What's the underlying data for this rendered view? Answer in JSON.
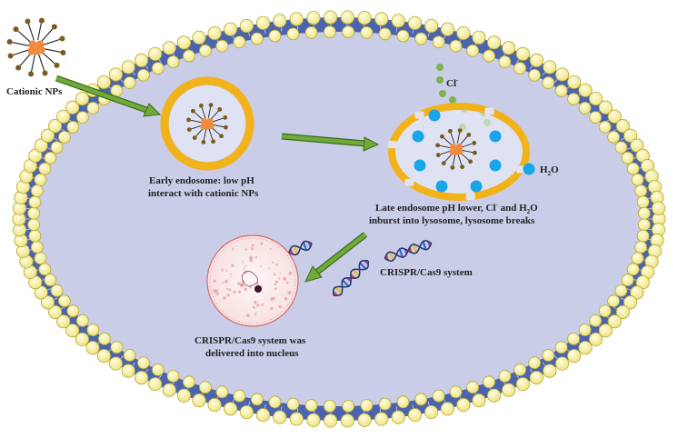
{
  "labels": {
    "cationic_nps": "Cationic NPs",
    "chloride": "Cl",
    "chloride_charge": "-",
    "water_h": "H",
    "water_sub": "2",
    "water_o": "O",
    "early_line1": "Early endosome: low pH",
    "early_line2": "interact with cationic NPs",
    "late_line1_a": "Late endosome pH lower, Cl",
    "late_line1_b": "-",
    "late_line1_c": " and H",
    "late_line1_d": "2",
    "late_line1_e": "O",
    "late_line2": "inburst into lysosome, lysosome breaks",
    "crispr": "CRISPR/Cas9 system",
    "nucleus_line1": "CRISPR/Cas9 system was",
    "nucleus_line2": "delivered into nucleus"
  },
  "colors": {
    "membrane_head_fill": "#f5f0a0",
    "membrane_head_stroke": "#b8a830",
    "membrane_tail": "#4a63b0",
    "cytoplasm": "#c9cde8",
    "endosome_ring": "#f2b21a",
    "np_core": "#f08a3c",
    "np_ligand_tip": "#7a5a1e",
    "arrow": "#6faa3a",
    "arrow_outline": "#3d6b1c",
    "chloride": "#7fb24a",
    "water": "#19a6e8",
    "nucleus_fill": "#fbeeee",
    "nucleus_stroke": "#c05050"
  },
  "icons": [
    "nanoparticle-icon",
    "dna-helix-icon",
    "water-droplet-icon",
    "chloride-ion-icon",
    "nucleus-icon"
  ]
}
